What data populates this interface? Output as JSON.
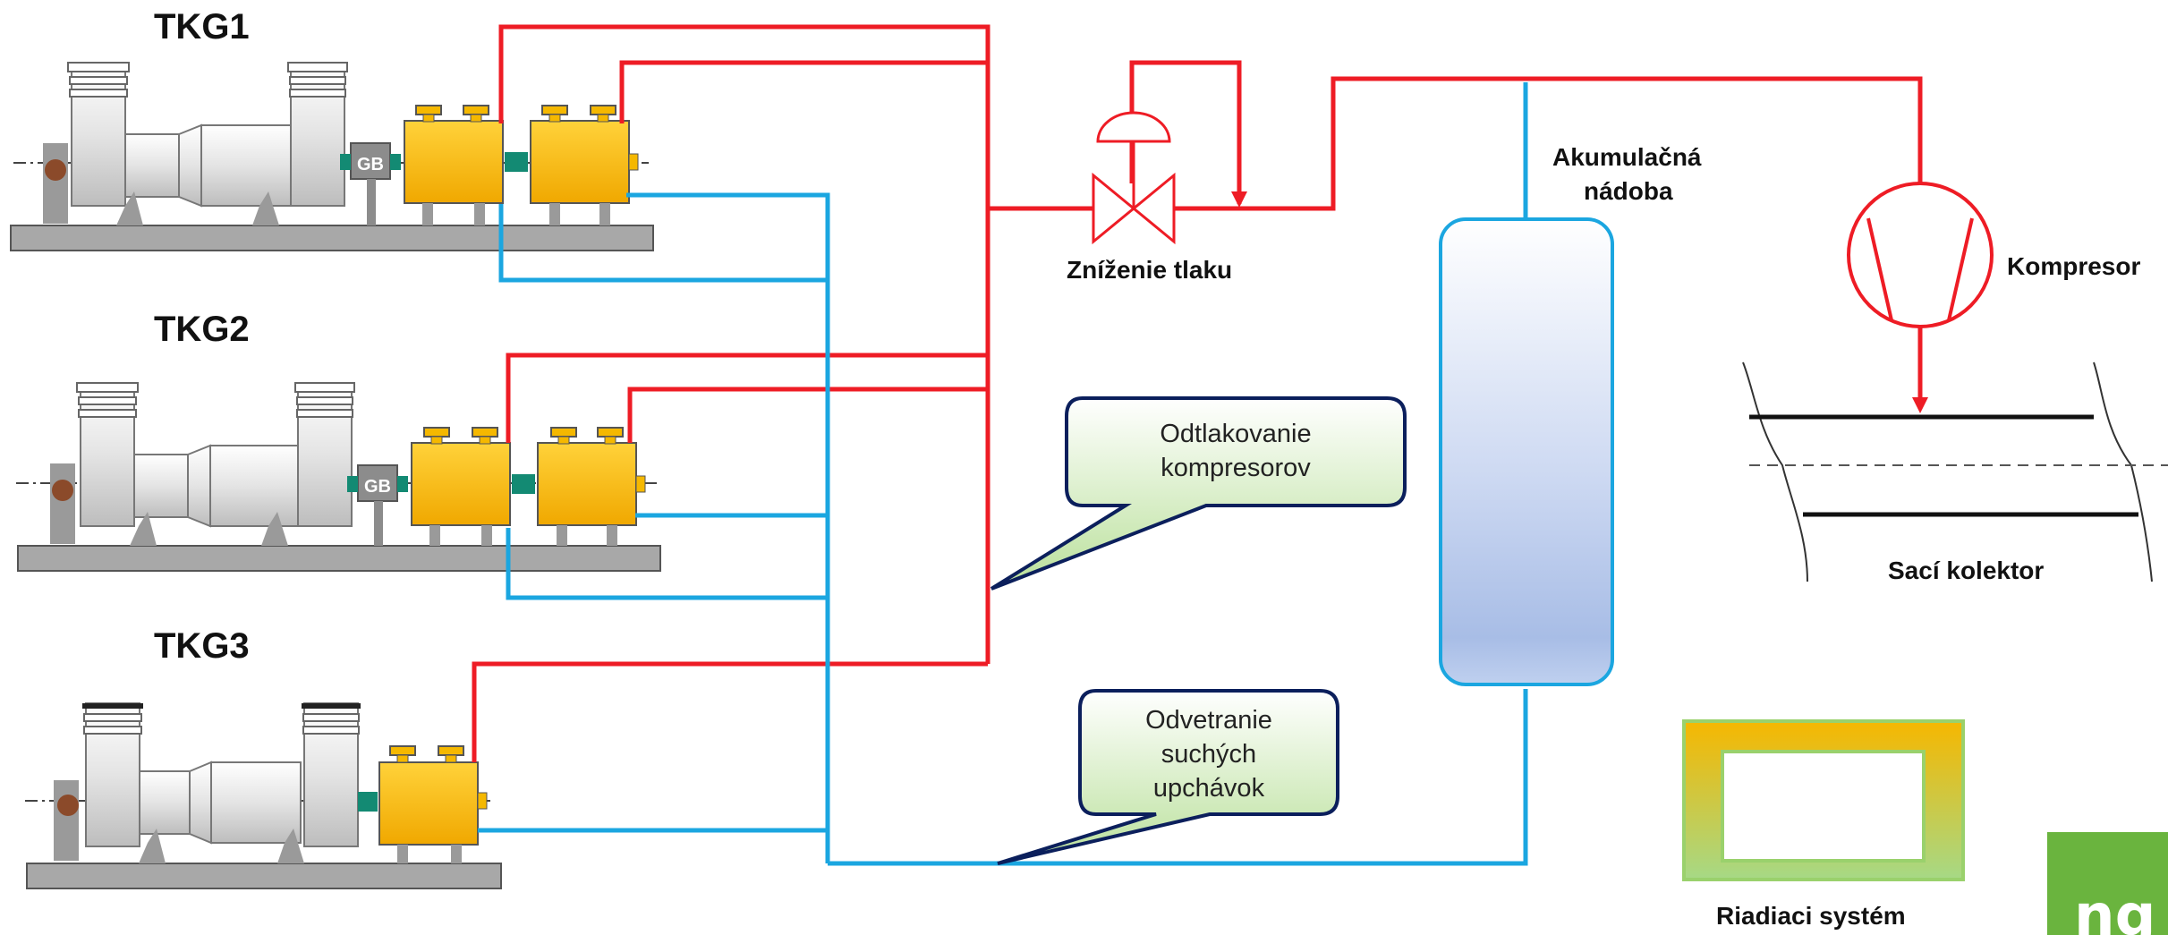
{
  "labels": {
    "tkg1": "TKG1",
    "tkg2": "TKG2",
    "tkg3": "TKG3",
    "gb": "GB",
    "pressure_reduction": "Zníženie tlaku",
    "accumulator_line1": "Akumulačná",
    "accumulator_line2": "nádoba",
    "compressor": "Kompresor",
    "suction_header": "Sací kolektor",
    "control_system": "Riadiaci systém"
  },
  "callouts": {
    "depressurization": [
      "Odtlakovanie",
      "kompresorov"
    ],
    "seal_venting": [
      "Odvetranie",
      "suchých",
      "upchávok"
    ]
  },
  "colors": {
    "depressurization_line": "#ee1c25",
    "seal_vent_line": "#1ba6e0",
    "machine_body": "#f5b800",
    "baseplate": "#a8a8a8",
    "callout_fill": "#c8e6b0",
    "callout_border": "#0b1f5c",
    "vessel_fill": "#b7c9ec",
    "logo_green": "#6ab43e"
  },
  "icons": {
    "valve": "pressure-reducing-valve-icon",
    "compressor": "compressor-symbol-icon",
    "control": "control-system-box-icon",
    "logo": "company-logo-icon"
  }
}
